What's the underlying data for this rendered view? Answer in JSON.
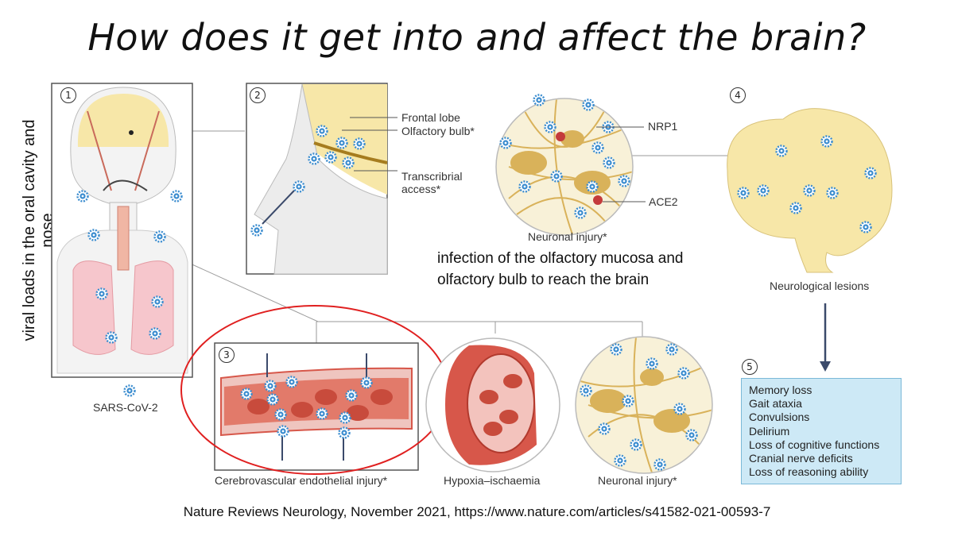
{
  "title": "How does it get into and affect the brain?",
  "side_note": "viral loads in the oral cavity and nose",
  "panels": {
    "p1": {
      "number": "1",
      "legend_label": "SARS-CoV-2"
    },
    "p2": {
      "number": "2",
      "labels": [
        "Frontal lobe",
        "Olfactory bulb*",
        "Transcribrial",
        "access*"
      ]
    },
    "neuron_top": {
      "labels": [
        "NRP1",
        "ACE2"
      ],
      "caption": "Neuronal injury*"
    },
    "p3": {
      "number": "3",
      "caption": "Cerebrovascular endothelial injury*"
    },
    "hypoxia": {
      "caption": "Hypoxia–ischaemia"
    },
    "neuron_bottom": {
      "caption": "Neuronal injury*"
    },
    "p4": {
      "number": "4",
      "caption": "Neurological lesions"
    },
    "p5": {
      "number": "5",
      "symptoms": [
        "Memory loss",
        "Gait ataxia",
        "Convulsions",
        "Delirium",
        "Loss of cognitive functions",
        "Cranial nerve deficits",
        "Loss of reasoning ability"
      ]
    }
  },
  "annotation_lines": [
    "infection of the olfactory mucosa and",
    "olfactory bulb to reach the brain"
  ],
  "citation": "Nature Reviews Neurology, November 2021, https://www.nature.com/articles/s41582-021-00593-7",
  "colors": {
    "virus": "#3a8ccf",
    "highlight_circle": "#e02020",
    "symptom_box": "#cde9f6",
    "brain": "#f7e7a8",
    "neuron": "#d9b25a",
    "vessel": "#d7574a"
  }
}
